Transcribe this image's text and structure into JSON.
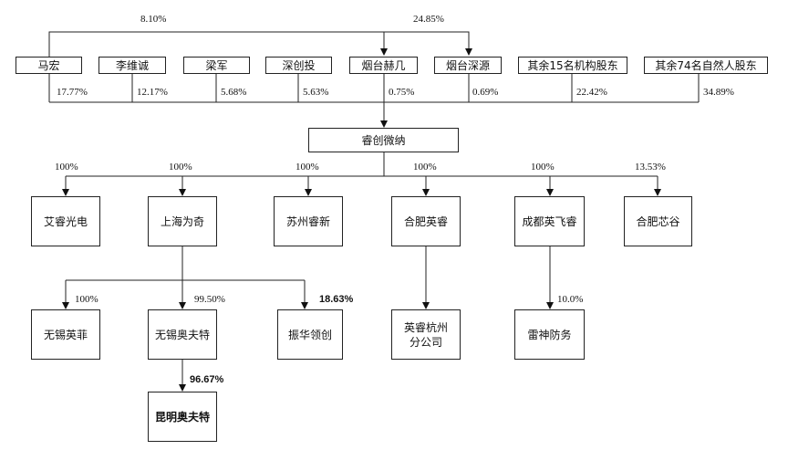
{
  "shareholders": {
    "mahong": "马宏",
    "liweicheng": "李维诚",
    "liangjun": "梁军",
    "liangchuangtou": "深创投",
    "yantai_jiji": "烟台赫几",
    "yantai_shenyuan": "烟台深源",
    "other_institutions": "其余15名机构股东",
    "other_individuals": "其余74名自然人股东"
  },
  "company": "睿创微纳",
  "subsidiaries": {
    "airui": "艾睿光电",
    "shanghai_weiqi": "上海为奇",
    "suzhou_ruixin": "苏州睿新",
    "hefei_yingrui": "合肥英睿",
    "chengdu_yingfeirui": "成都英飞睿",
    "hefei_xingu": "合肥芯谷"
  },
  "sub_subsidiaries": {
    "wuxi_yingfei": "无锡英菲",
    "wuxi_aofute": "无锡奥夫特",
    "zhenhua_lingchuang": "振华领创",
    "yingrui_hangzhou": "英睿杭州\n分公司",
    "leishen_fangwu": "雷神防务",
    "kunming_aofute": "昆明奥夫特"
  },
  "percentages": {
    "top_left": "8.10%",
    "top_right": "24.85%",
    "mahong": "17.77%",
    "liweicheng": "12.17%",
    "liangjun": "5.68%",
    "liangchuangtou": "5.63%",
    "yantai_jiji": "0.75%",
    "yantai_shenyuan": "0.69%",
    "other_institutions": "22.42%",
    "other_individuals": "34.89%",
    "airui": "100%",
    "shanghai_weiqi": "100%",
    "suzhou_ruixin": "100%",
    "hefei_yingrui": "100%",
    "chengdu_yingfeirui": "100%",
    "hefei_xingu": "13.53%",
    "wuxi_yingfei": "100%",
    "wuxi_aofute": "99.50%",
    "zhenhua_lingchuang": "18.63%",
    "leishen_fangwu": "10.0%",
    "kunming_aofute": "96.67%"
  }
}
